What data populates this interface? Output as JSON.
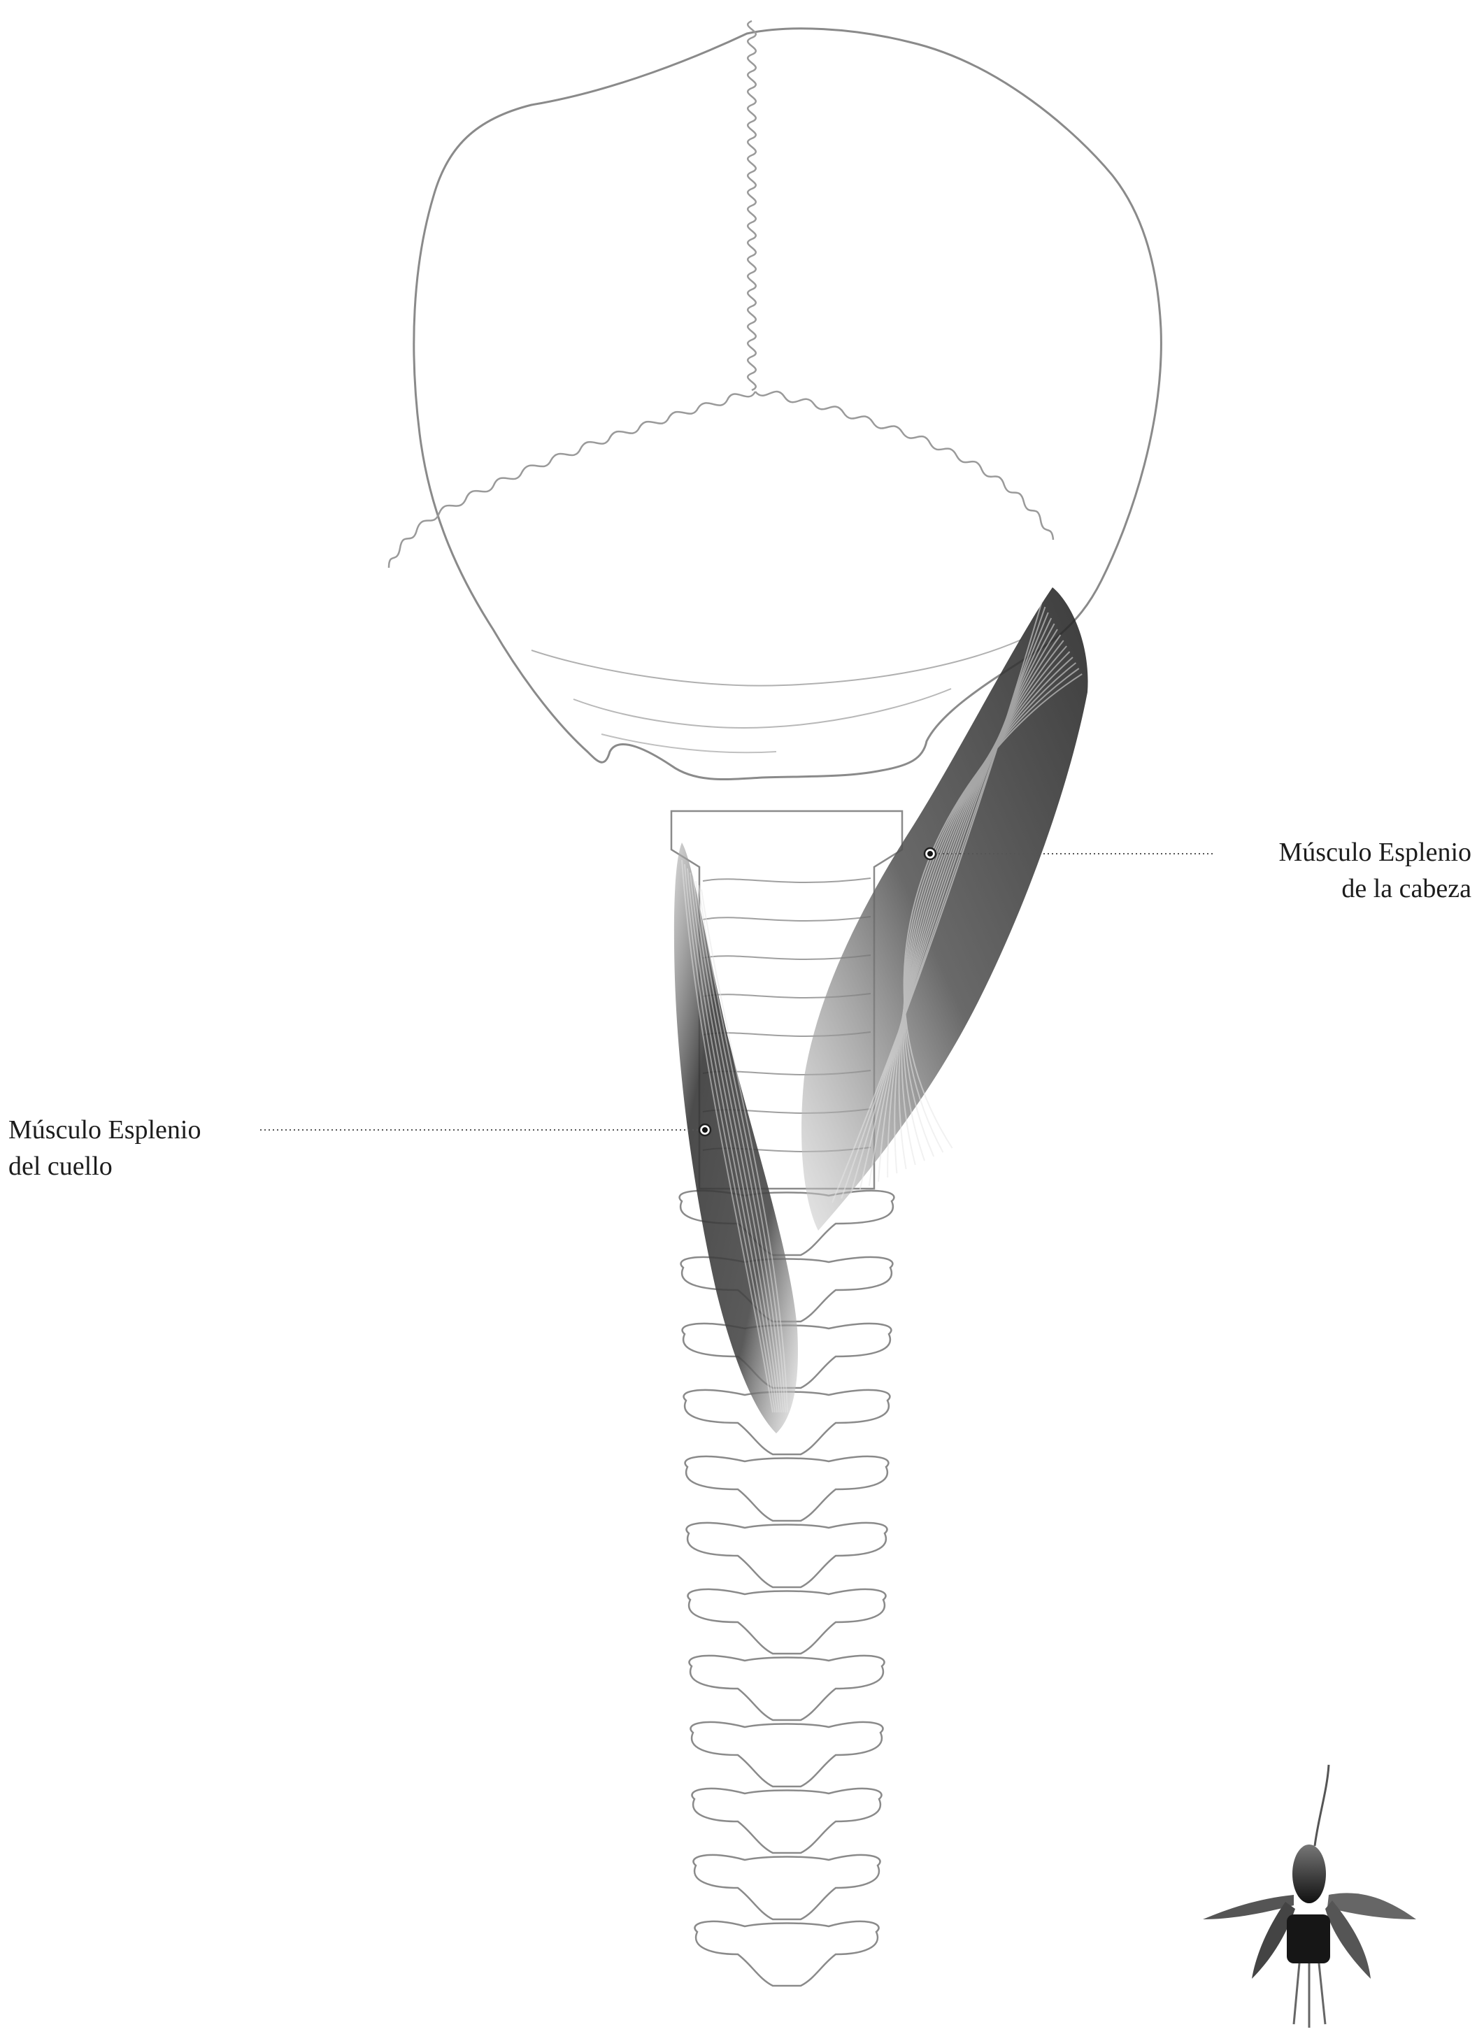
{
  "labels": {
    "splenius_capitis": {
      "line1": "Músculo Esplenio",
      "line2": "de la cabeza"
    },
    "splenius_cervicis": {
      "line1": "Músculo Esplenio",
      "line2": "del cuello"
    }
  },
  "colors": {
    "background": "#ffffff",
    "pencil_outline": "#8a8a8a",
    "muscle_dark": "#2e2e2e",
    "muscle_light": "#bdbdbd",
    "leader_line": "#555555",
    "text": "#1c1c1c"
  }
}
